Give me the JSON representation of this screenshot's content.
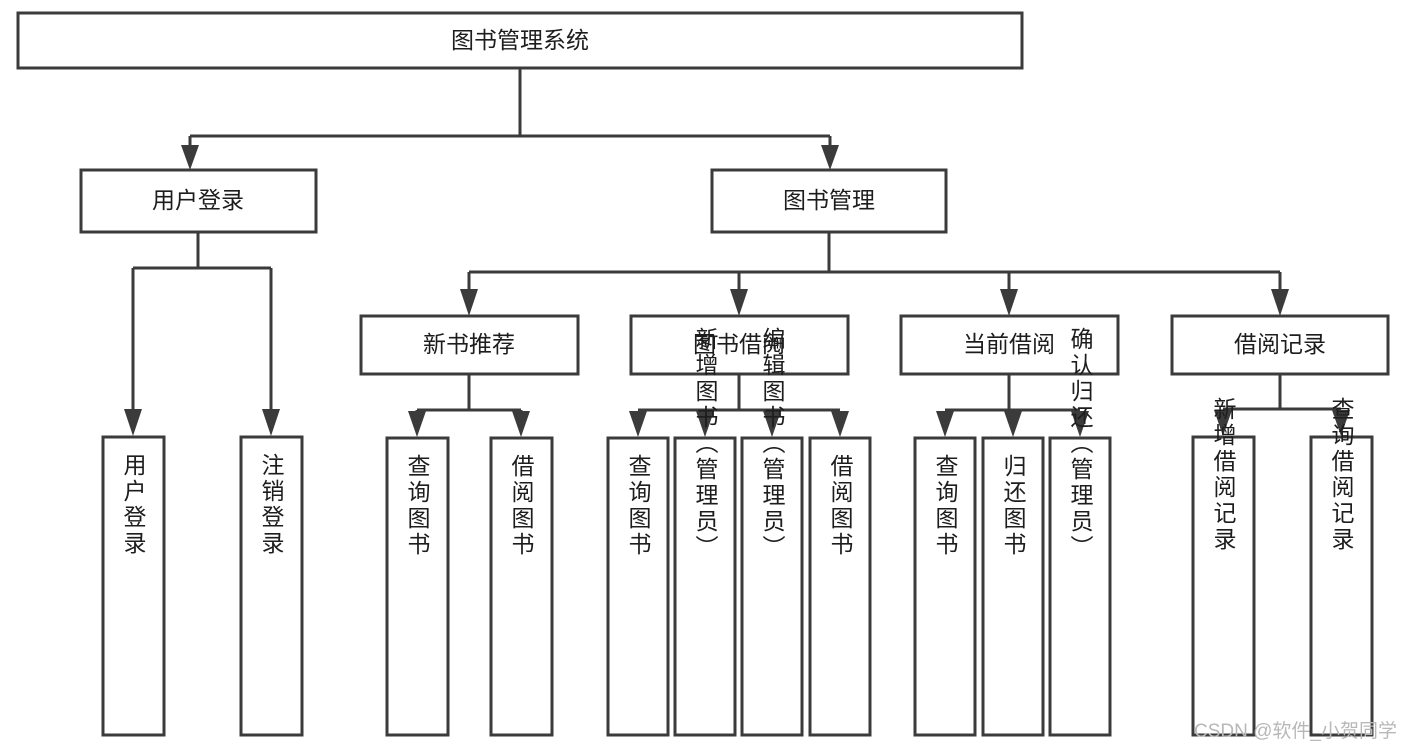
{
  "diagram": {
    "type": "tree-hierarchy",
    "title": "图书管理系统",
    "watermark": "CSDN @软件_小贺同学",
    "colors": {
      "box_stroke": "#3b3b3b",
      "box_fill": "#ffffff",
      "connector": "#3b3b3b",
      "label_text": "#1d1d1d",
      "watermark_text": "#b8b8b8",
      "background": "#ffffff"
    },
    "levels": {
      "root": {
        "label": "图书管理系统"
      },
      "level2": [
        {
          "label": "用户登录"
        },
        {
          "label": "图书管理"
        }
      ],
      "level3": [
        {
          "label": "新书推荐"
        },
        {
          "label": "图书借阅"
        },
        {
          "label": "当前借阅"
        },
        {
          "label": "借阅记录"
        }
      ],
      "leaves_user_login": [
        {
          "label": "用户登录"
        },
        {
          "label": "注销登录"
        }
      ],
      "leaves_new_book": [
        {
          "label": "查询图书"
        },
        {
          "label": "借阅图书"
        }
      ],
      "leaves_borrow": [
        {
          "label": "查询图书"
        },
        {
          "label": "新增图书（管理员）"
        },
        {
          "label": "编辑图书（管理员）"
        },
        {
          "label": "借阅图书"
        }
      ],
      "leaves_current": [
        {
          "label": "查询图书"
        },
        {
          "label": "归还图书"
        },
        {
          "label": "确认归还（管理员）"
        }
      ],
      "leaves_record": [
        {
          "label": "新增借阅记录"
        },
        {
          "label": "查询借阅记录"
        }
      ]
    }
  }
}
